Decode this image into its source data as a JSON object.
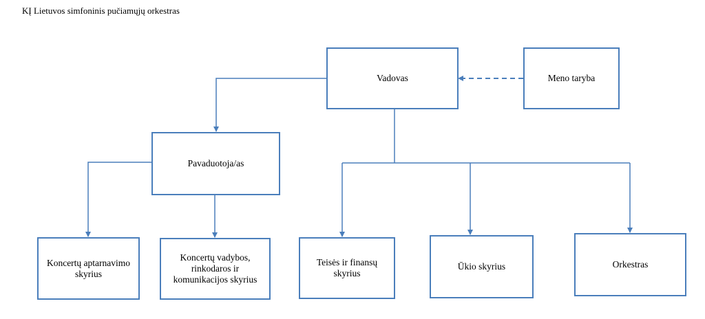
{
  "page": {
    "title": "KĮ Lietuvos simfoninis pučiamųjų orkestras"
  },
  "colors": {
    "line": "#4a7ebb",
    "box_border": "#4a7ebb",
    "text": "#000000"
  },
  "org_chart": {
    "director": "Vadovas",
    "art_council": "Meno taryba",
    "deputy": "Pavaduotoja/as",
    "units": {
      "concert_service": "Koncertų aptarnavimo skyrius",
      "concert_management": "Koncertų vadybos, rinkodaros ir komunikacijos skyrius",
      "law_finance": "Teisės ir finansų skyrius",
      "household": "Ūkio skyrius",
      "orchestra": "Orkestras"
    }
  }
}
